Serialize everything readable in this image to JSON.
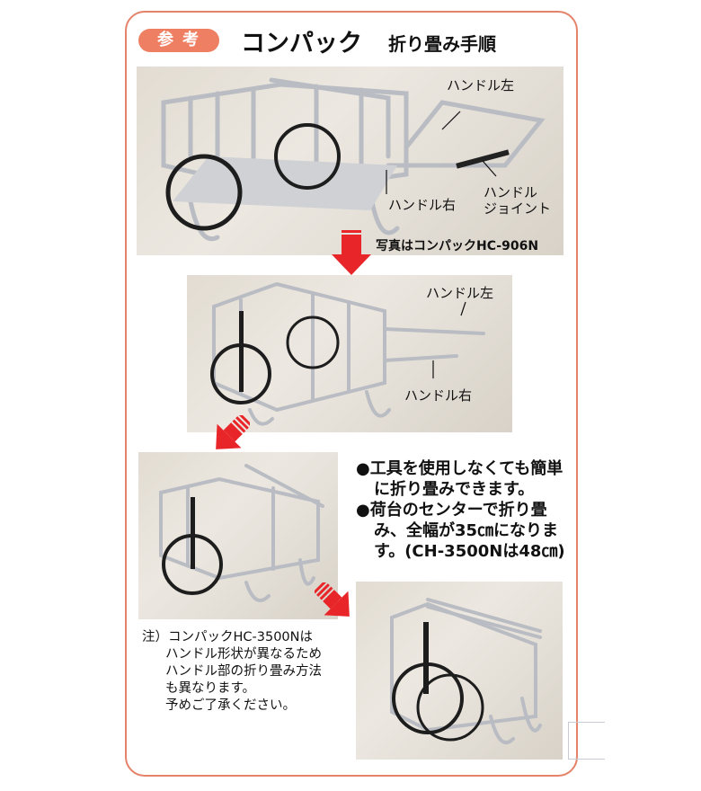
{
  "header": {
    "badge": "参考",
    "title": "コンパック",
    "subtitle": "折り畳み手順"
  },
  "step1": {
    "labels": {
      "handle_left": "ハンドル左",
      "handle_right": "ハンドル右",
      "handle_joint_line1": "ハンドル",
      "handle_joint_line2": "ジョイント"
    },
    "caption": "写真はコンパックHC-906N"
  },
  "step2": {
    "labels": {
      "handle_left": "ハンドル左",
      "handle_right": "ハンドル右"
    }
  },
  "features": [
    "●工具を使用しなくても簡単に折り畳みできます。",
    "●荷台のセンターで折り畳み、全幅が35㎝になります。(CH-3500Nは48㎝)"
  ],
  "note": {
    "lines": [
      "注）コンパックHC-3500Nは",
      "ハンドル形状が異なるため",
      "ハンドル部の折り畳み方法",
      "も異なります。",
      "予めご了承ください。"
    ]
  },
  "colors": {
    "accent": "#ef7f63",
    "frame": "#e5826a",
    "arrow": "#e8262a"
  }
}
